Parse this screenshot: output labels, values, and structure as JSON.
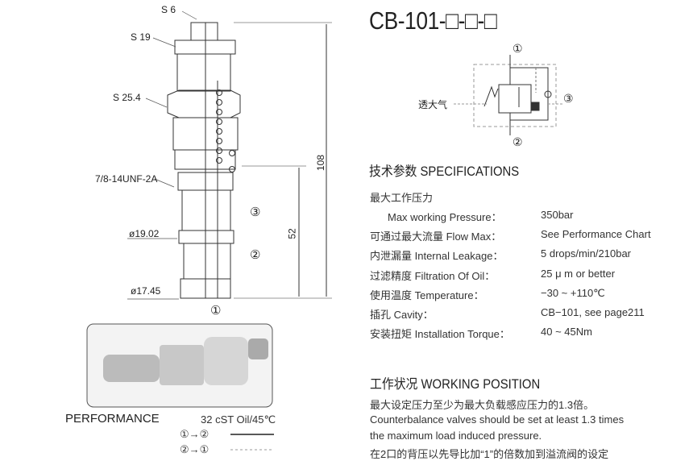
{
  "title": "CB-101-□-□-□",
  "drawing": {
    "s6": "S 6",
    "s19": "S 19",
    "s254": "S 25.4",
    "thread": "7/8-14UNF-2A",
    "d1902": "ø19.02",
    "d1745": "ø17.45",
    "dim108": "108",
    "dim52": "52",
    "port1": "①",
    "port2": "②",
    "port3": "③"
  },
  "symbol": {
    "port1": "①",
    "port2": "②",
    "port3": "③",
    "vent": "透大气"
  },
  "specs": {
    "heading": "技术参数 SPECIFICATIONS",
    "group_label": "最大工作压力",
    "rows": [
      {
        "label": "Max working Pressure：",
        "value": "350bar"
      },
      {
        "label": "可通过最大流量 Flow Max：",
        "value": "See Performance Chart"
      },
      {
        "label": "内泄漏量 Internal Leakage：",
        "value": "5 drops/min/210bar"
      },
      {
        "label": "过滤精度 Filtration Of Oil：",
        "value": "25 μ m or better"
      },
      {
        "label": "使用温度 Temperature：",
        "value": "−30 ~ +110℃"
      },
      {
        "label": "插孔 Cavity：",
        "value": "CB−101, see page211"
      },
      {
        "label": "安装扭矩 Installation Torque：",
        "value": "40 ~ 45Nm"
      }
    ]
  },
  "working": {
    "heading": "工作状况 WORKING POSITION",
    "lines": [
      "最大设定压力至少为最大负载感应压力的1.3倍。",
      "Counterbalance valves should be set at least 1.3 times",
      "the maximum load induced pressure.",
      "在2口的背压以先导比加“1”的倍数加到溢流阀的设定"
    ]
  },
  "performance": {
    "heading": "PERFORMANCE",
    "condition": "32 cST Oil/45℃",
    "legend": [
      {
        "label": "①→②",
        "style": "solid"
      },
      {
        "label": "②→①",
        "style": "dashed"
      }
    ]
  }
}
